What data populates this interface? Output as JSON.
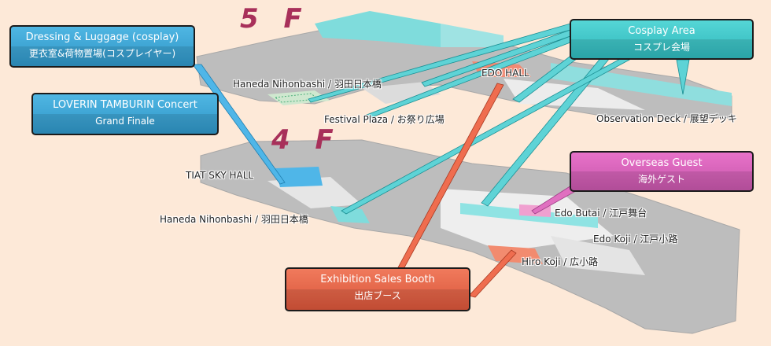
{
  "floors": {
    "upper": "5 F",
    "lower": "4 F"
  },
  "callouts": {
    "dressing": {
      "line1": "Dressing & Luggage (cosplay)",
      "line2": "更衣室&荷物置場(コスプレイヤー)",
      "color": "#3aa6d6"
    },
    "concert": {
      "line1": "LOVERIN TAMBURIN Concert",
      "line2": "Grand Finale",
      "color": "#2f95c6"
    },
    "cosplay": {
      "line1": "Cosplay Area",
      "line2": "コスプレ会場",
      "color": "#3cc4c6"
    },
    "overseas": {
      "line1": "Overseas Guest",
      "line2": "海外ゲスト",
      "color": "#d862b8"
    },
    "booth": {
      "line1": "Exhibition Sales Booth",
      "line2": "出店ブース",
      "color": "#e0603f"
    }
  },
  "labels": {
    "haneda_5f": "Haneda Nihonbashi / 羽田日本橋",
    "edo_hall": "EDO HALL",
    "festival_plaza": "Festival Plaza / お祭り広場",
    "observation_deck": "Observation Deck / 展望デッキ",
    "tiat": "TIAT SKY HALL",
    "haneda_4f": "Haneda Nihonbashi / 羽田日本橋",
    "edo_butai": "Edo Butai / 江戸舞台",
    "edo_koji": "Edo Koji / 江戸小路",
    "hiro_koji": "Hiro Koji / 広小路"
  }
}
